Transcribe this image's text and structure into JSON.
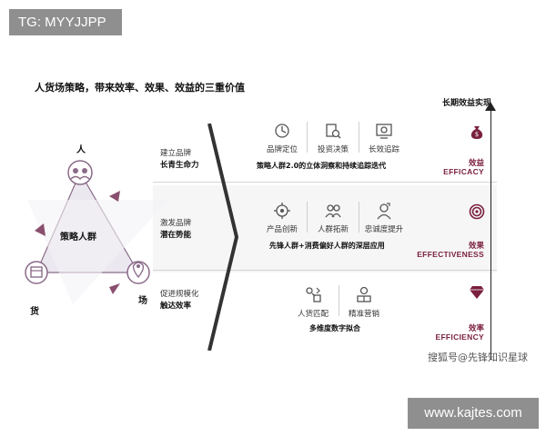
{
  "watermark_top": "TG: MYYJJPP",
  "title": "人货场策略，带来效率、效果、效益的三重价值",
  "axis_title": "长期效益实现",
  "triangle": {
    "top": "人",
    "left": "货",
    "right": "场",
    "center": "策略人群"
  },
  "layers": [
    {
      "label_line1": "建立品牌",
      "label_line2": "长青生命力",
      "icons": [
        {
          "name": "brand-position-icon",
          "caption": "品牌定位"
        },
        {
          "name": "investment-decision-icon",
          "caption": "投资决策"
        },
        {
          "name": "long-term-tracking-icon",
          "caption": "长效追踪"
        }
      ],
      "summary": "策略人群2.0的立体洞察和持续追踪迭代",
      "result_cn": "效益",
      "result_en": "EFFICACY",
      "result_icon": "money-bag-icon"
    },
    {
      "label_line1": "激发品牌",
      "label_line2": "潜在势能",
      "icons": [
        {
          "name": "product-innovation-icon",
          "caption": "产品创新"
        },
        {
          "name": "audience-expansion-icon",
          "caption": "人群拓新"
        },
        {
          "name": "loyalty-boost-icon",
          "caption": "忠诚度提升"
        }
      ],
      "summary": "先锋人群+消费偏好人群的深层应用",
      "result_cn": "效果",
      "result_en": "EFFECTIVENESS",
      "result_icon": "target-icon"
    },
    {
      "label_line1": "促进规模化",
      "label_line2": "触达效率",
      "icons": [
        {
          "name": "people-goods-match-icon",
          "caption": "人货匹配"
        },
        {
          "name": "precision-marketing-icon",
          "caption": "精准营销"
        }
      ],
      "summary": "多维度数字拟合",
      "result_cn": "效率",
      "result_en": "EFFICIENCY",
      "result_icon": "diamond-icon"
    }
  ],
  "watermark_bottom_1": "搜狐号@先锋知识星球",
  "watermark_bottom_2": "www.kajtes.com",
  "colors": {
    "accent": "#7a1f3d",
    "triangle_fill": "#e9e6ee",
    "triangle_stroke": "#8a6b88",
    "layer_bg": "#f7f7f7"
  }
}
